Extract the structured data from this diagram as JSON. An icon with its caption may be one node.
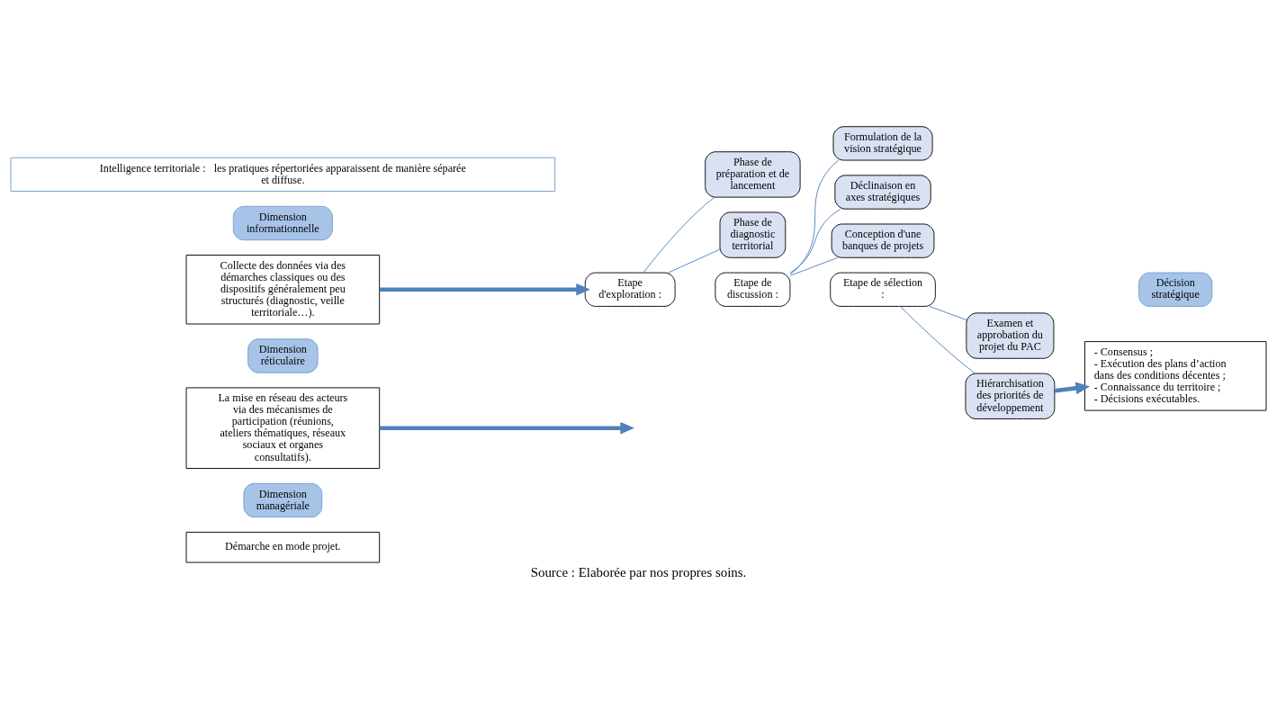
{
  "diagram": {
    "caption": "Source : Elaborée par nos propres soins.",
    "nodes": [
      {
        "text": [
          "Intelligence territoriale :   les pratiques répertoriées apparaissent de manière séparée et diffuse."
        ]
      },
      {
        "text": [
          "Dimension informationnelle"
        ]
      },
      {
        "text": [
          "Collecte des données via des démarches classiques ou des dispositifs généralement peu structurés (diagnostic, veille territoriale…)."
        ]
      },
      {
        "text": [
          "Dimension réticulaire"
        ]
      },
      {
        "text": [
          "La mise en réseau des acteurs via des mécanismes de participation (réunions, ateliers thématiques, réseaux sociaux et organes consultatifs)."
        ]
      },
      {
        "text": [
          "Dimension managériale"
        ]
      },
      {
        "text": [
          "Démarche en mode projet."
        ]
      },
      {
        "text": [
          "Etape d'exploration :"
        ]
      },
      {
        "text": [
          "Phase de préparation et de lancement"
        ]
      },
      {
        "text": [
          "Phase de diagnostic territorial"
        ]
      },
      {
        "text": [
          "Etape de discussion :"
        ]
      },
      {
        "text": [
          "Formulation de la vision stratégique"
        ]
      },
      {
        "text": [
          "Déclinaison en axes stratégiques"
        ]
      },
      {
        "text": [
          "Conception d'une banques de projets"
        ]
      },
      {
        "text": [
          "Etape de sélection :"
        ]
      },
      {
        "text": [
          "Hiérarchisation des priorités de développement"
        ]
      },
      {
        "text": [
          "Examen et approbation du projet du PAC"
        ]
      },
      {
        "text": [
          "Décision stratégique"
        ]
      },
      {
        "text": [
          "- Consensus ;",
          "- Exécution des plans d’action dans des conditions décentes ;",
          "- Connaissance du territoire ;",
          "- Décisions exécutables."
        ]
      }
    ],
    "edges": [
      {
        "from": 2,
        "to": 7,
        "arrow": "to",
        "style": "thick",
        "color": "#4f81bd"
      },
      {
        "from": 4,
        "to": null,
        "arrow": "to",
        "style": "thick",
        "color": "#4f81bd"
      },
      {
        "from": 7,
        "to": 8,
        "arrow": "none"
      },
      {
        "from": 7,
        "to": 9,
        "arrow": "none"
      },
      {
        "from": 10,
        "to": 11,
        "arrow": "none"
      },
      {
        "from": 10,
        "to": 12,
        "arrow": "none"
      },
      {
        "from": 10,
        "to": 13,
        "arrow": "none"
      },
      {
        "from": 14,
        "to": 15,
        "arrow": "none"
      },
      {
        "from": 14,
        "to": 16,
        "arrow": "none"
      },
      {
        "from": 15,
        "to": 18,
        "arrow": "to",
        "style": "thick",
        "color": "#4f81bd"
      }
    ]
  }
}
